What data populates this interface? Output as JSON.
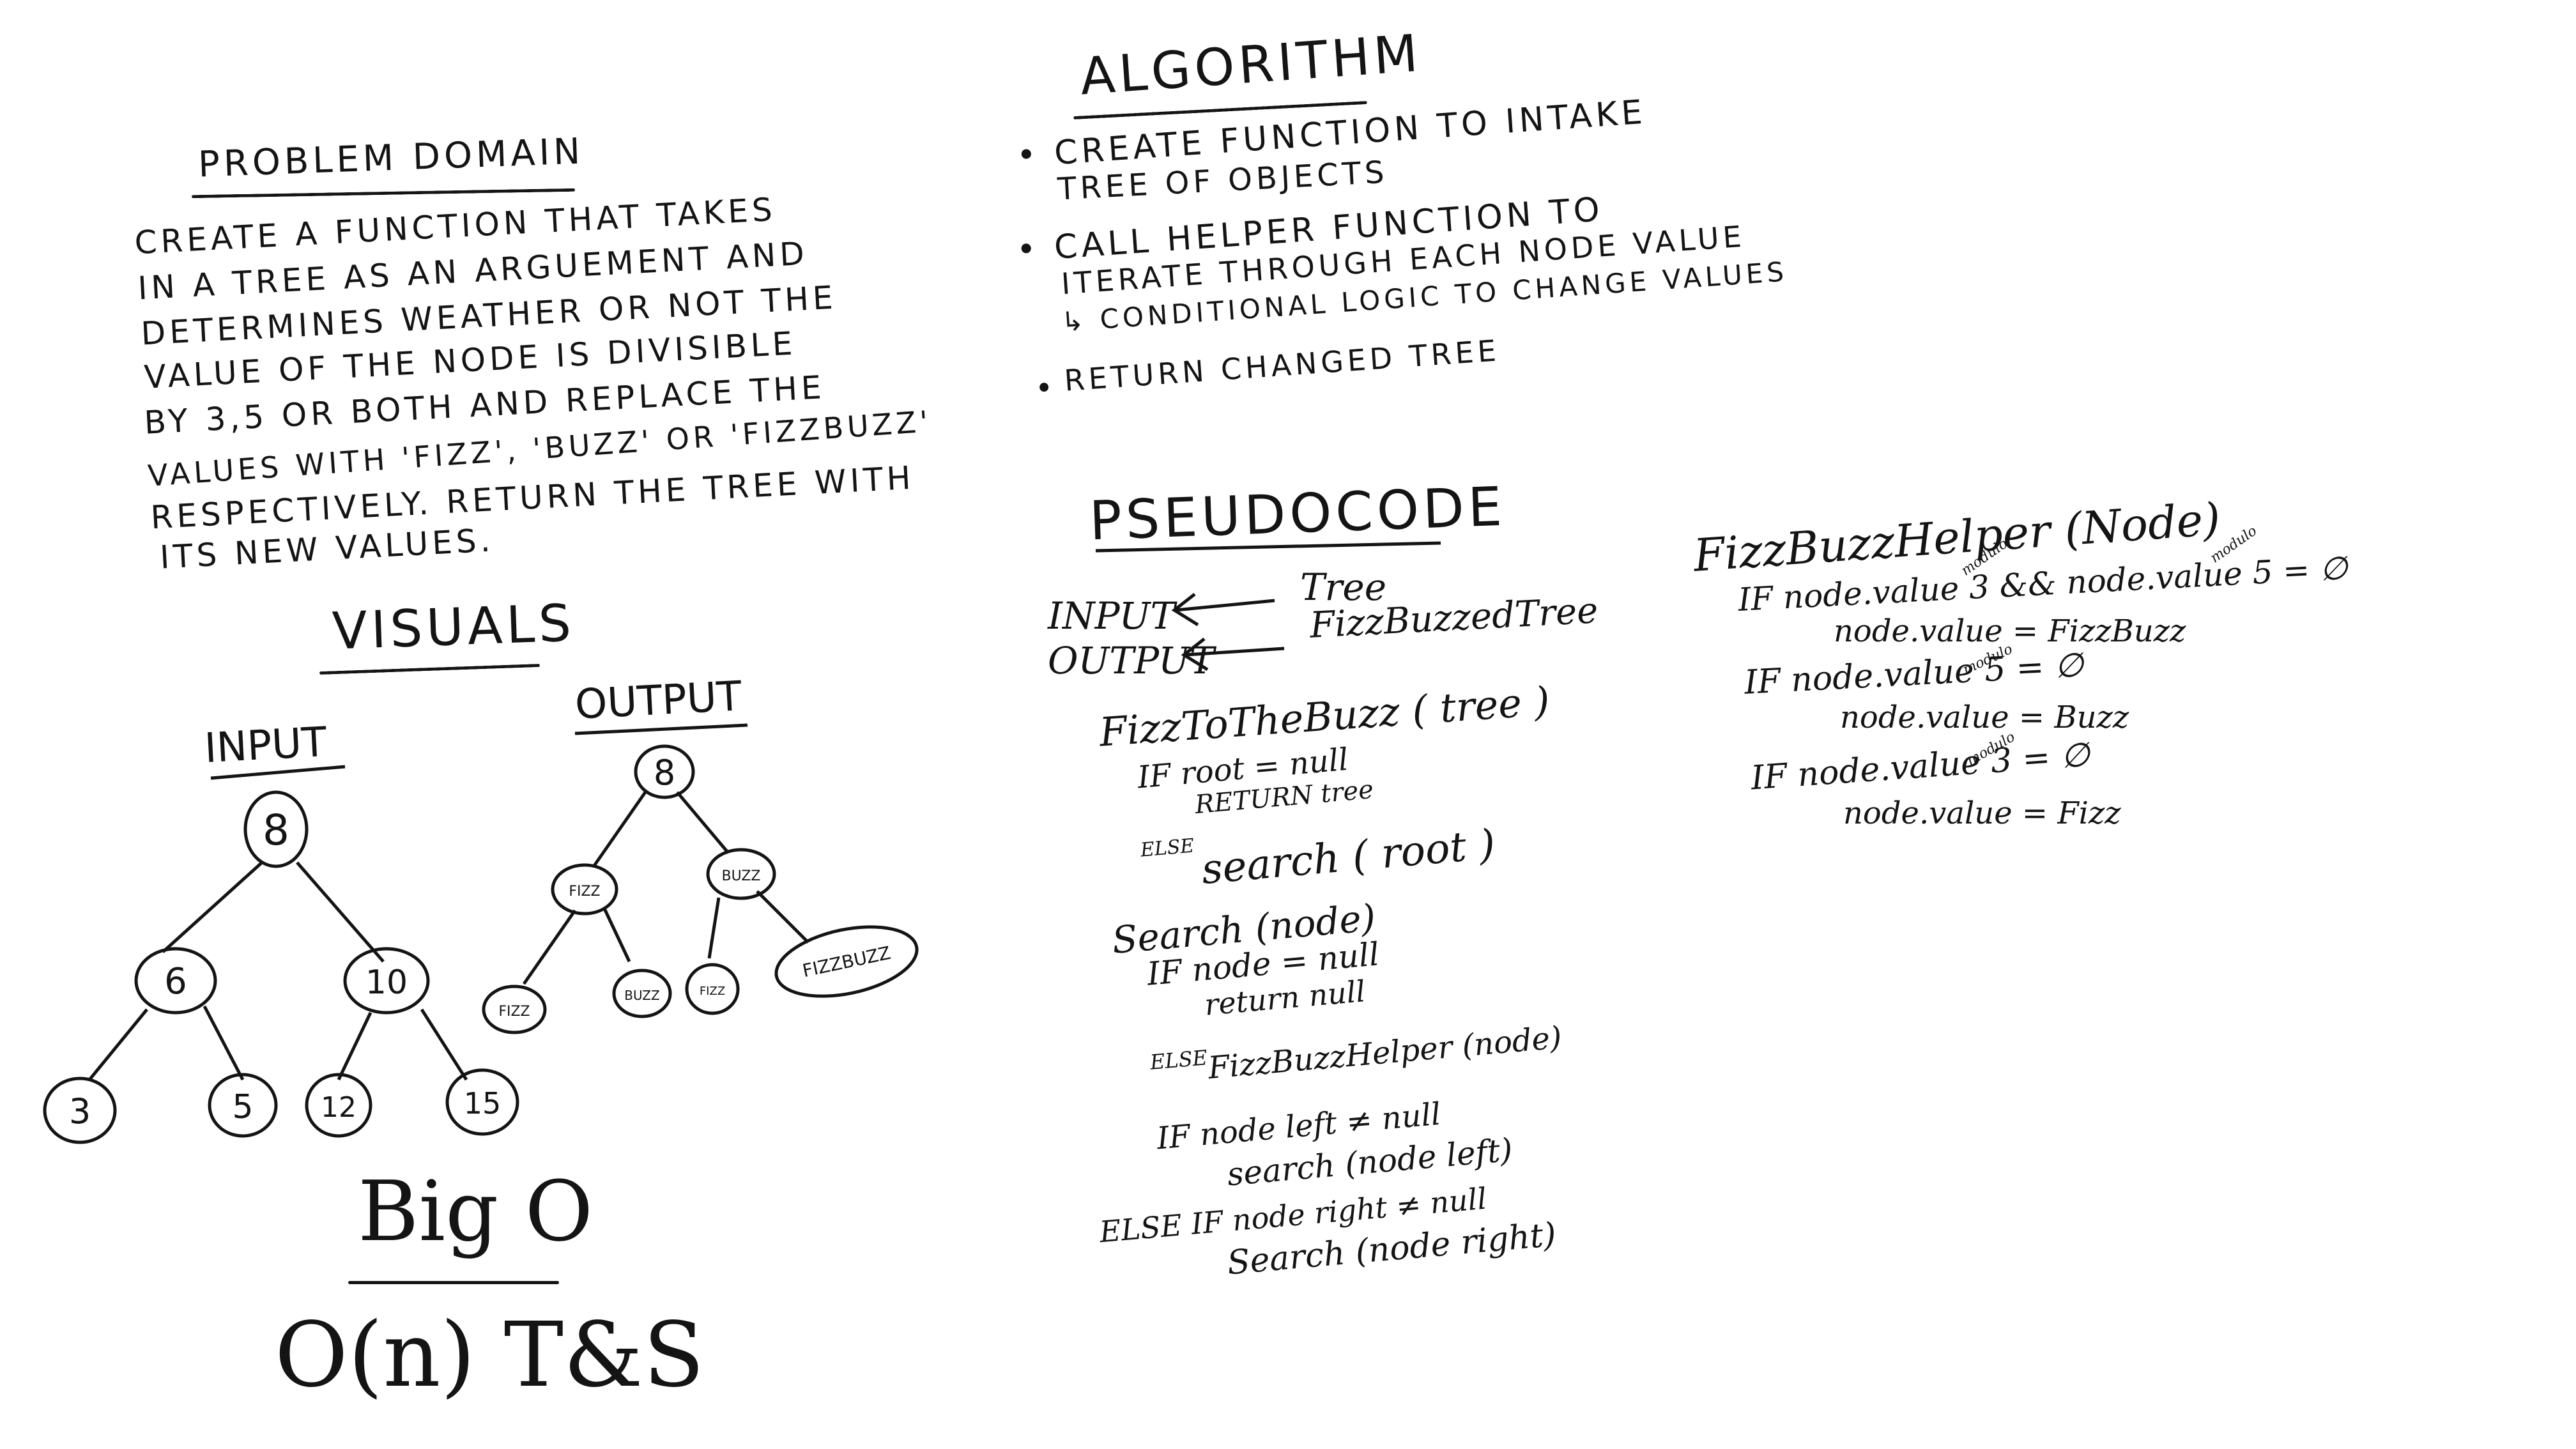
{
  "problem_domain": {
    "heading": "PROBLEM DOMAIN",
    "lines": [
      "CREATE A FUNCTION THAT TAKES",
      "IN A TREE AS AN ARGUEMENT AND",
      "DETERMINES WEATHER OR NOT THE",
      "VALUE OF THE NODE IS DIVISIBLE",
      "BY 3,5 OR BOTH AND REPLACE THE",
      "VALUES WITH 'FIZZ', 'BUZZ' OR 'FIZZBUZZ'",
      "RESPECTIVELY. RETURN THE TREE WITH",
      "ITS NEW VALUES."
    ]
  },
  "algorithm": {
    "heading": "ALGORITHM",
    "lines": [
      "• CREATE FUNCTION TO INTAKE",
      "TREE OF OBJECTS",
      "• CALL HELPER FUNCTION TO",
      "ITERATE THROUGH EACH NODE VALUE",
      "↳ CONDITIONAL LOGIC TO CHANGE VALUES",
      "RETURN CHANGED TREE"
    ]
  },
  "visuals": {
    "heading": "VISUALS",
    "input_label": "INPUT",
    "output_label": "OUTPUT",
    "input_tree": [
      "8",
      "6",
      "10",
      "3",
      "5",
      "12",
      "15"
    ],
    "output_tree": [
      "8",
      "FIZZ",
      "BUZZ",
      "FIZZ",
      "BUZZ",
      "FIZZ",
      "FIZZBUZZ"
    ]
  },
  "big_o": {
    "heading": "Big O",
    "value": "O(n) T&S"
  },
  "pseudocode": {
    "heading": "PSEUDOCODE",
    "input_label": "INPUT",
    "input_value": "Tree",
    "output_label": "OUTPUT",
    "output_value": "FizzBuzzedTree",
    "lines": [
      "FizzToTheBuzz ( tree )",
      "IF root = null",
      "RETURN tree",
      "ELSE",
      "search ( root )",
      "Search (node)",
      "IF node = null",
      "return null",
      "ELSE",
      "FizzBuzzHelper (node)",
      "IF node left ≠ null",
      "search (node left)",
      "ELSE IF node right ≠ null",
      "Search (node right)"
    ]
  },
  "helper": {
    "title": "FizzBuzzHelper (Node)",
    "modulo": "modulo",
    "lines": [
      "IF node.value 3 && node.value 5 = ∅",
      "node.value = FizzBuzz",
      "IF node.value 5 = ∅",
      "node.value = Buzz",
      "IF node.value 3 = ∅",
      "node.value = Fizz"
    ]
  }
}
